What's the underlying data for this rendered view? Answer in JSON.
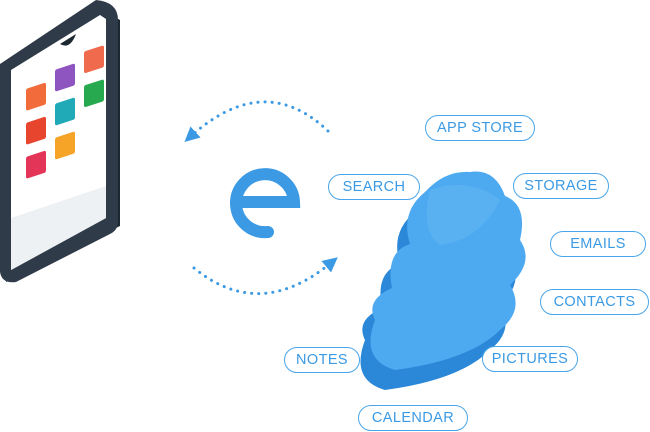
{
  "colors": {
    "accent": "#3b9ae3",
    "cloud_top": "#4eaaf0",
    "cloud_side": "#2b88d8",
    "phone_frame": "#2f3b49",
    "app_icons": [
      "#f26b3a",
      "#8e55c1",
      "#f06a4e",
      "#e8452f",
      "#20aab8",
      "#27a94f",
      "#e33558",
      "#f6a427"
    ]
  },
  "icons": {
    "logo": "e-letter-logo-icon",
    "sync": "circular-sync-arrows-icon",
    "cloud": "cloud-icon",
    "device": "tablet-device-icon"
  },
  "labels": {
    "app_store": "APP STORE",
    "search": "SEARCH",
    "storage": "STORAGE",
    "emails": "EMAILS",
    "contacts": "CONTACTS",
    "notes": "NOTES",
    "pictures": "PICTURES",
    "calendar": "CALENDAR"
  }
}
